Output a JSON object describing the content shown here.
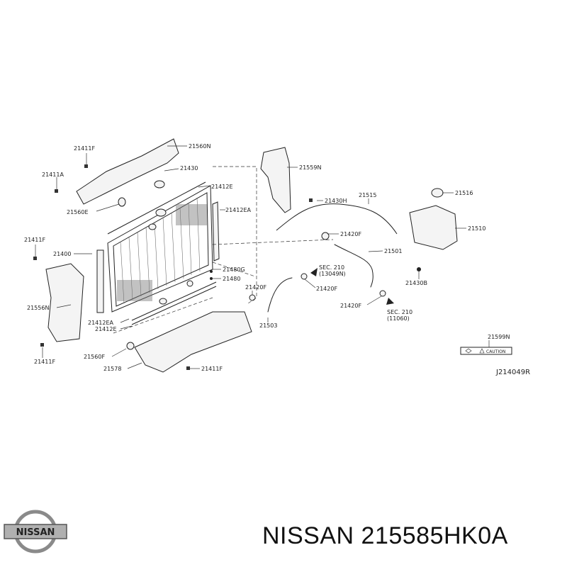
{
  "diagram_ref": "J214049R",
  "caption": "NISSAN 215585HK0A",
  "logo_text": "NISSAN",
  "labels": {
    "l21411F_a": "21411F",
    "l21560N": "21560N",
    "l21411A": "21411A",
    "l21430": "21430",
    "l21412E_a": "21412E",
    "l21559N": "21559N",
    "l21560E": "21560E",
    "l21412EA_a": "21412EA",
    "l21411F_b": "21411F",
    "l21400": "21400",
    "l21430H": "21430H",
    "l21515": "21515",
    "l21516": "21516",
    "l21510": "21510",
    "l21420F_a": "21420F",
    "l21501": "21501",
    "l21480G": "21480G",
    "l21480": "21480",
    "sec_a1": "SEC. 210",
    "sec_a2": "(13049N)",
    "l21430B": "21430B",
    "l21420F_b": "21420F",
    "l21420F_c": "21420F",
    "l21420F_d": "21420F",
    "l21556N": "21556N",
    "l21412EA_b": "21412EA",
    "l21412E_b": "21412E",
    "sec_b1": "SEC. 210",
    "sec_b2": "(11060)",
    "l21503": "21503",
    "l21599N": "21599N",
    "caution": "CAUTION",
    "l21411F_c": "21411F",
    "l21560F": "21560F",
    "l21578": "21578",
    "l21411F_d": "21411F"
  }
}
